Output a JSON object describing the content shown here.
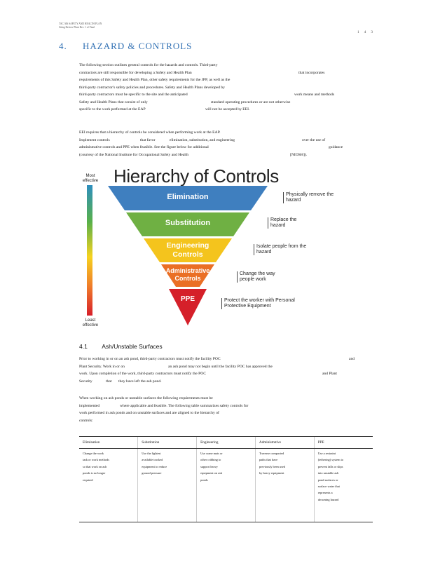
{
  "header": {
    "line1": "TAC 306 SAFETY AND HEALTH PLAN",
    "line2": "Siting Review Plant Rev. 1 of Final",
    "page": "1 4 3"
  },
  "section": {
    "number": "4.",
    "title": "HAZARD & CONTROLS"
  },
  "intro": [
    [
      "The following section outlines general controls for the hazards and controls. Third-party"
    ],
    [
      "contractors are still responsible for developing a Safety and Health Plan",
      "that incorporates"
    ],
    [
      "requirements of this Safety and Health Plan, other safety requirements for the JPP, as well as the"
    ],
    [
      "third-party contractor's safety policies and procedures. Safety and Health Plans developed by"
    ],
    [
      "third-party contractors must be specific to the site and the anticipated",
      "work means and methods"
    ],
    [
      "Safety and Health Plans that consist of only",
      "standard operating procedures or are not otherwise"
    ],
    [
      "specific to the work performed at the EAP",
      "will not be accepted by EEI."
    ]
  ],
  "para2": [
    [
      "EEI    requires that a hierarchy of controls be considered when performing work at the EAP."
    ],
    [
      "Implement controls",
      "that favor",
      "elimination, substitution, and engineering",
      "over the use of"
    ],
    [
      "administrative controls and PPE when feasible. See the figure below for additional",
      "guidance"
    ],
    [
      "(courtesy of the National Institute for Occupational Safety and Health",
      "[NIOSH])."
    ]
  ],
  "figure": {
    "title": "Hierarchy of Controls",
    "most": "Most effective",
    "least": "Least effective",
    "tiers": [
      {
        "label": "Elimination",
        "desc": "Physically remove the hazard",
        "color": "#3f7fbf"
      },
      {
        "label": "Substitution",
        "desc": "Replace the hazard",
        "color": "#6fb043"
      },
      {
        "label": "Engineering Controls",
        "desc": "Isolate people from the hazard",
        "color": "#f4c41d"
      },
      {
        "label": "Administrative Controls",
        "desc": "Change the way people work",
        "color": "#ea6f25"
      },
      {
        "label": "PPE",
        "desc": "Protect the worker with Personal Protective Equipment",
        "color": "#d5202a"
      }
    ]
  },
  "subsection": {
    "number": "4.1",
    "title": "Ash/Unstable Surfaces"
  },
  "para3": [
    [
      "Prior to working in or on an ash pond, third-party contractors must notify the facility POC",
      "and"
    ],
    [
      "Plant Security. Work in or on",
      "an ash pond may not begin until the facility POC has approved the"
    ],
    [
      "work. Upon completion of the work, third-party contractors must notify the POC",
      "and Plant"
    ],
    [
      "Security",
      "that",
      "they have left the ash pond."
    ]
  ],
  "para4": [
    [
      "When working on ash ponds or unstable surfaces the following requirements must be"
    ],
    [
      "implemented",
      "where applicable and feasible. The following table summarizes safety controls for"
    ],
    [
      "work performed in ash ponds and on unstable surfaces and are aligned to the hierarchy of"
    ],
    [
      "controls:"
    ]
  ],
  "table": {
    "headers": [
      "Elimination",
      "Substitution",
      "Engineering",
      "Administrative",
      "PPE"
    ],
    "cells": [
      "Change the work task or work methods so that work on ash ponds is no longer required",
      "Use the lightest available tracked equipment to reduce ground pressure",
      "Use crane mats or other cribbing to support heavy equipment on ash ponds",
      "Traverse compacted paths that have previously been used by heavy equipment",
      "Use a restraint (tethering) system to prevent falls or slips into unstable ash pond surfaces or surface water that represents a drowning hazard"
    ]
  }
}
